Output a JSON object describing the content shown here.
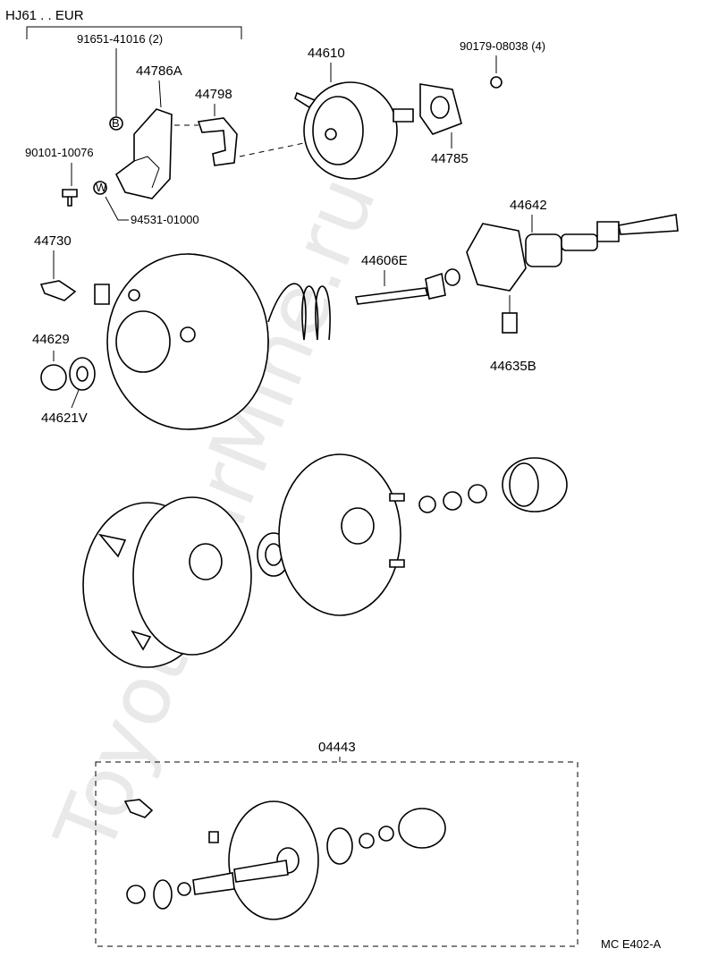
{
  "header": {
    "model": "HJ61 . . EUR"
  },
  "watermark": "ToyotaCarMine.ru",
  "footer_code": "MC  E402-A",
  "callouts": [
    {
      "id": "91651-41016",
      "text": "91651-41016 (2)"
    },
    {
      "id": "44786A",
      "text": "44786A"
    },
    {
      "id": "44798",
      "text": "44798"
    },
    {
      "id": "44610",
      "text": "44610"
    },
    {
      "id": "90179-08038",
      "text": "90179-08038 (4)"
    },
    {
      "id": "44785",
      "text": "44785"
    },
    {
      "id": "90101-10076",
      "text": "90101-10076"
    },
    {
      "id": "94531-01000",
      "text": "94531-01000"
    },
    {
      "id": "44642",
      "text": "44642"
    },
    {
      "id": "44730",
      "text": "44730"
    },
    {
      "id": "44606E",
      "text": "44606E"
    },
    {
      "id": "44629",
      "text": "44629"
    },
    {
      "id": "44635B",
      "text": "44635B"
    },
    {
      "id": "44621V",
      "text": "44621V"
    },
    {
      "id": "04443",
      "text": "04443"
    }
  ],
  "markers": {
    "b": "B",
    "w": "W"
  }
}
